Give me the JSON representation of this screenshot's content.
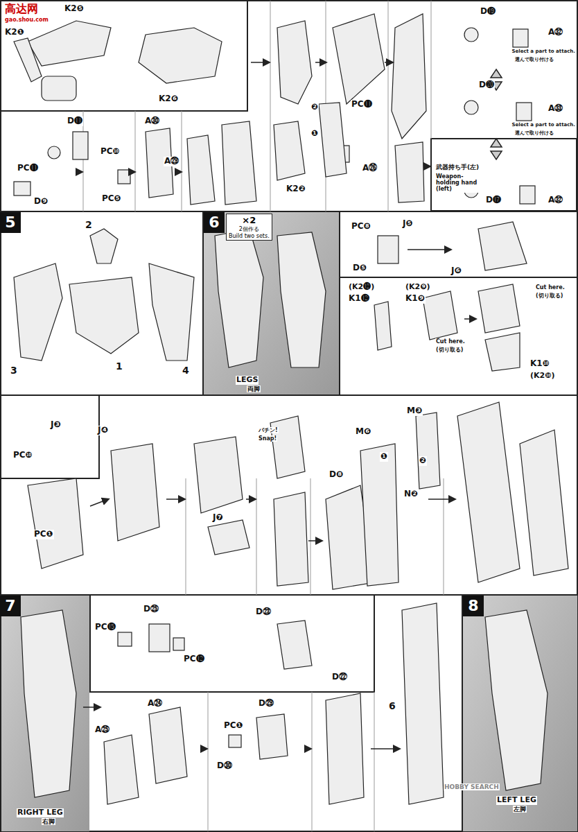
{
  "diagram": {
    "nodes": [
      {
        "text": [
          "5"
        ]
      },
      {
        "text": [
          "6"
        ]
      },
      {
        "text": [
          "×2",
          "2個作る",
          "Build two sets."
        ]
      },
      {
        "text": [
          "7"
        ]
      },
      {
        "text": [
          "8"
        ]
      }
    ],
    "labels": [
      "高达网",
      "gao.shou.com",
      "K2❺",
      "K2❶",
      "K2❻",
      "D⓳",
      "A㉜",
      "Select a part to attach.",
      "選んで取り付ける",
      "D⓴",
      "A㉝",
      "Select a part to attach.",
      "選んで取り付ける",
      "武器持ち手(左)",
      "Weapon-holding hand (left)",
      "D⓱",
      "A㉜",
      "PC⓫",
      "D⓫",
      "D❾",
      "PC❿",
      "A㉚",
      "PC❺",
      "A㉙",
      "K2❷",
      "❷",
      "❶",
      "PC⓫",
      "A㉖",
      "2",
      "1",
      "3",
      "4",
      "LEGS",
      "両脚",
      "PC❽",
      "J❺",
      "D❺",
      "J❻",
      "(K2⓬)",
      "K1⓬",
      "(K2❾)",
      "K1❾",
      "Cut here.",
      "(切り取る)",
      "Cut here.",
      "(切り取る)",
      "K1❿",
      "(K2❿)",
      "PC❿",
      "J❸",
      "PC❶",
      "J❹",
      "パチン!",
      "Snap!",
      "J❼",
      "D❽",
      "M❸",
      "M❻",
      "❶",
      "❷",
      "N❷",
      "PC⓯",
      "D㉕",
      "PC⓬",
      "D㉓",
      "D㉒",
      "A㉕",
      "A㉔",
      "PC❶",
      "D㉙",
      "D㉚",
      "6",
      "RIGHT LEG",
      "右脚",
      "HOBBY SEARCH",
      "LEFT LEG",
      "左脚"
    ]
  }
}
